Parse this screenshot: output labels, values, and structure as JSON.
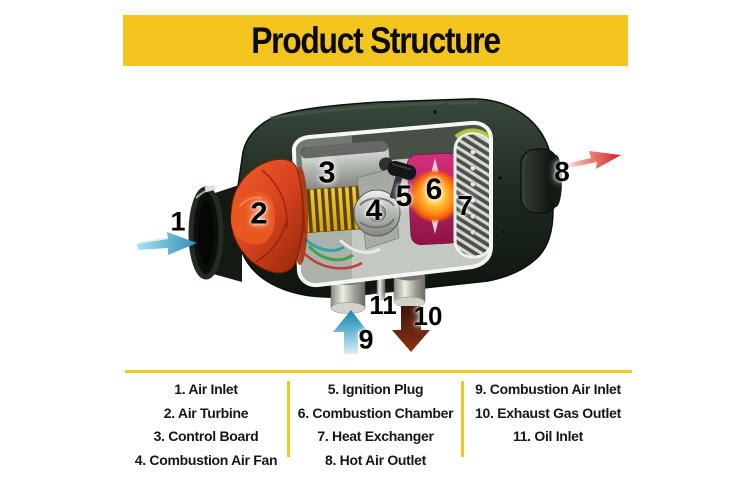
{
  "banner": {
    "title": "Product Structure"
  },
  "colors": {
    "banner_yellow": "#F3C51E",
    "legend_yellow": "#F5C623",
    "inlet_arrow_blue": "#2E8FB5",
    "outlet_arrow_red": "#D42020",
    "combustion_inlet_arrow_teal": "#1F83A8",
    "exhaust_arrow_maroon": "#6B2410",
    "turbine_orange": "#D6411F",
    "body_dark_green": "#1D291E"
  },
  "diagram": {
    "callouts": [
      {
        "num": "1",
        "part": "Air Inlet"
      },
      {
        "num": "2",
        "part": "Air Turbine"
      },
      {
        "num": "3",
        "part": "Control Board"
      },
      {
        "num": "4",
        "part": "Combustion Air Fan"
      },
      {
        "num": "5",
        "part": "Ignition Plug"
      },
      {
        "num": "6",
        "part": "Combustion Chamber"
      },
      {
        "num": "7",
        "part": "Heat Exchanger"
      },
      {
        "num": "8",
        "part": "Hot Air Outlet"
      },
      {
        "num": "9",
        "part": "Combustion Air Inlet"
      },
      {
        "num": "10",
        "part": "Exhaust Gas Outlet"
      },
      {
        "num": "11",
        "part": "Oil Inlet"
      }
    ]
  },
  "legend": {
    "columns": [
      {
        "items": [
          "1. Air Inlet",
          "2. Air Turbine",
          "3. Control Board",
          "4. Combustion Air Fan"
        ]
      },
      {
        "items": [
          "5. Ignition Plug",
          "6. Combustion Chamber",
          "7. Heat Exchanger",
          "8. Hot Air Outlet"
        ]
      },
      {
        "items": [
          "9. Combustion Air Inlet",
          "10. Exhaust Gas Outlet",
          "11. Oil Inlet"
        ]
      }
    ]
  }
}
